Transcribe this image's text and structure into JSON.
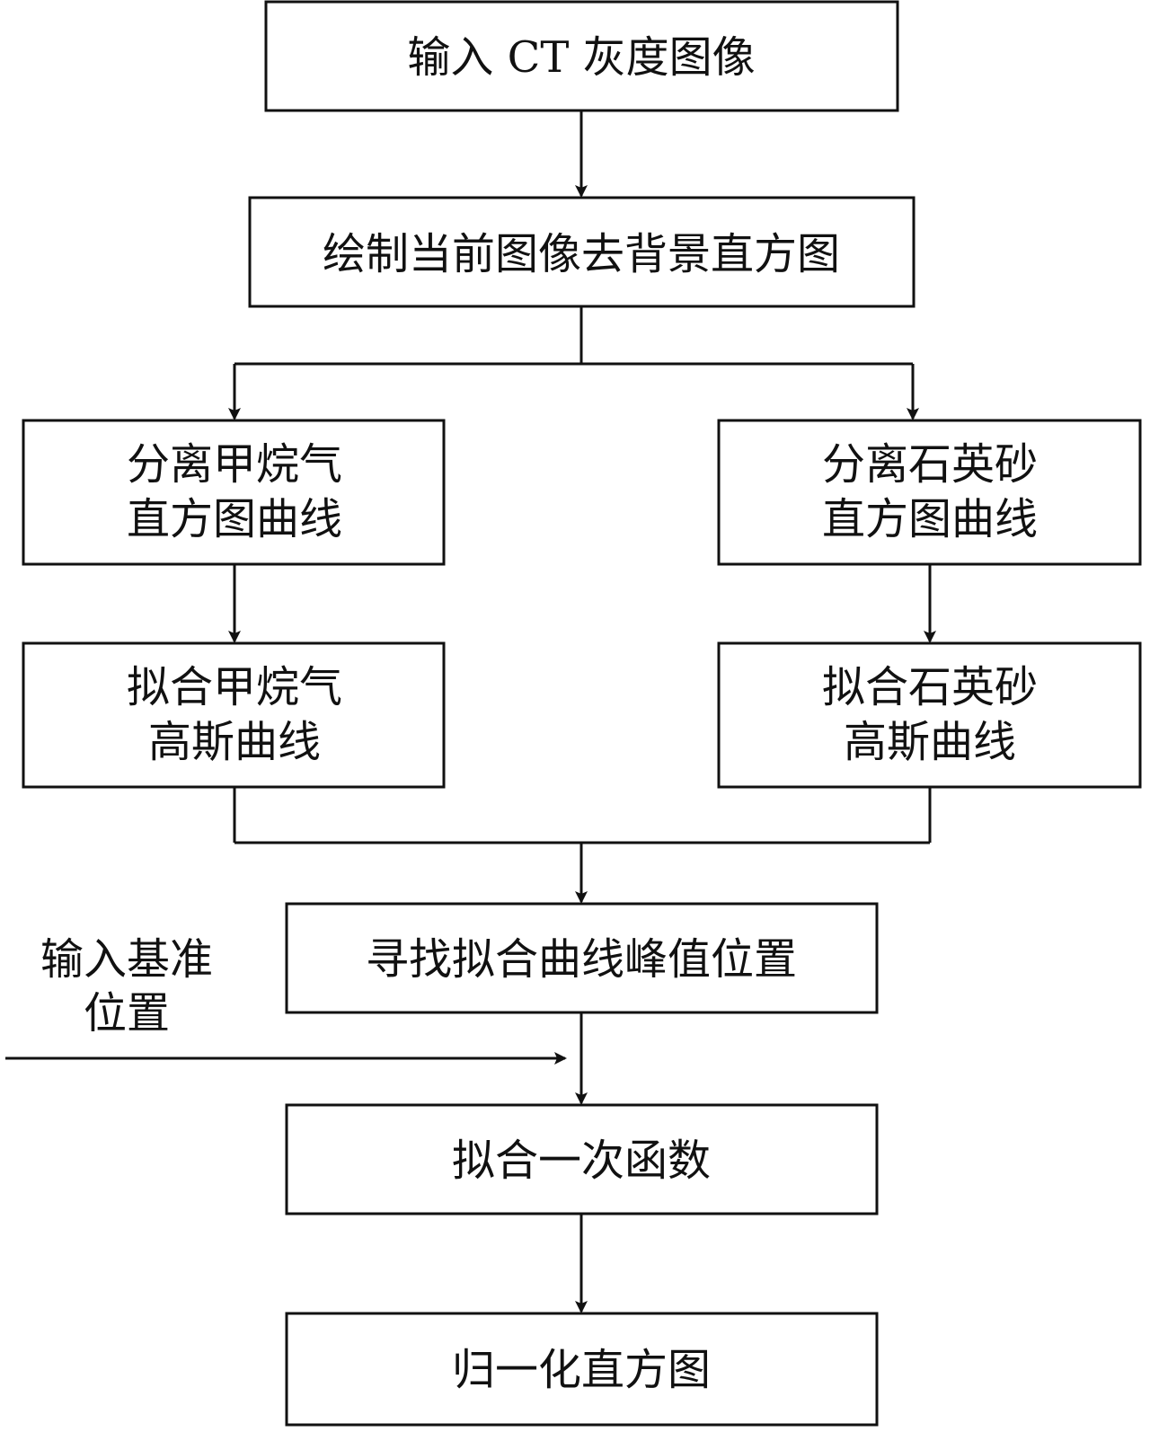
{
  "nodes": {
    "input_ct": "输入 CT 灰度图像",
    "draw_histogram": "绘制当前图像去背景直方图",
    "separate_methane": [
      "分离甲烷气",
      "直方图曲线"
    ],
    "separate_quartz": [
      "分离石英砂",
      "直方图曲线"
    ],
    "fit_methane": [
      "拟合甲烷气",
      "高斯曲线"
    ],
    "fit_quartz": [
      "拟合石英砂",
      "高斯曲线"
    ],
    "find_peak": "寻找拟合曲线峰值位置",
    "fit_linear": "拟合一次函数",
    "normalize": "归一化直方图"
  },
  "side_input": [
    "输入基准",
    "位置"
  ],
  "colors": {
    "stroke": "#111111",
    "text": "#111111",
    "background": "#ffffff"
  }
}
